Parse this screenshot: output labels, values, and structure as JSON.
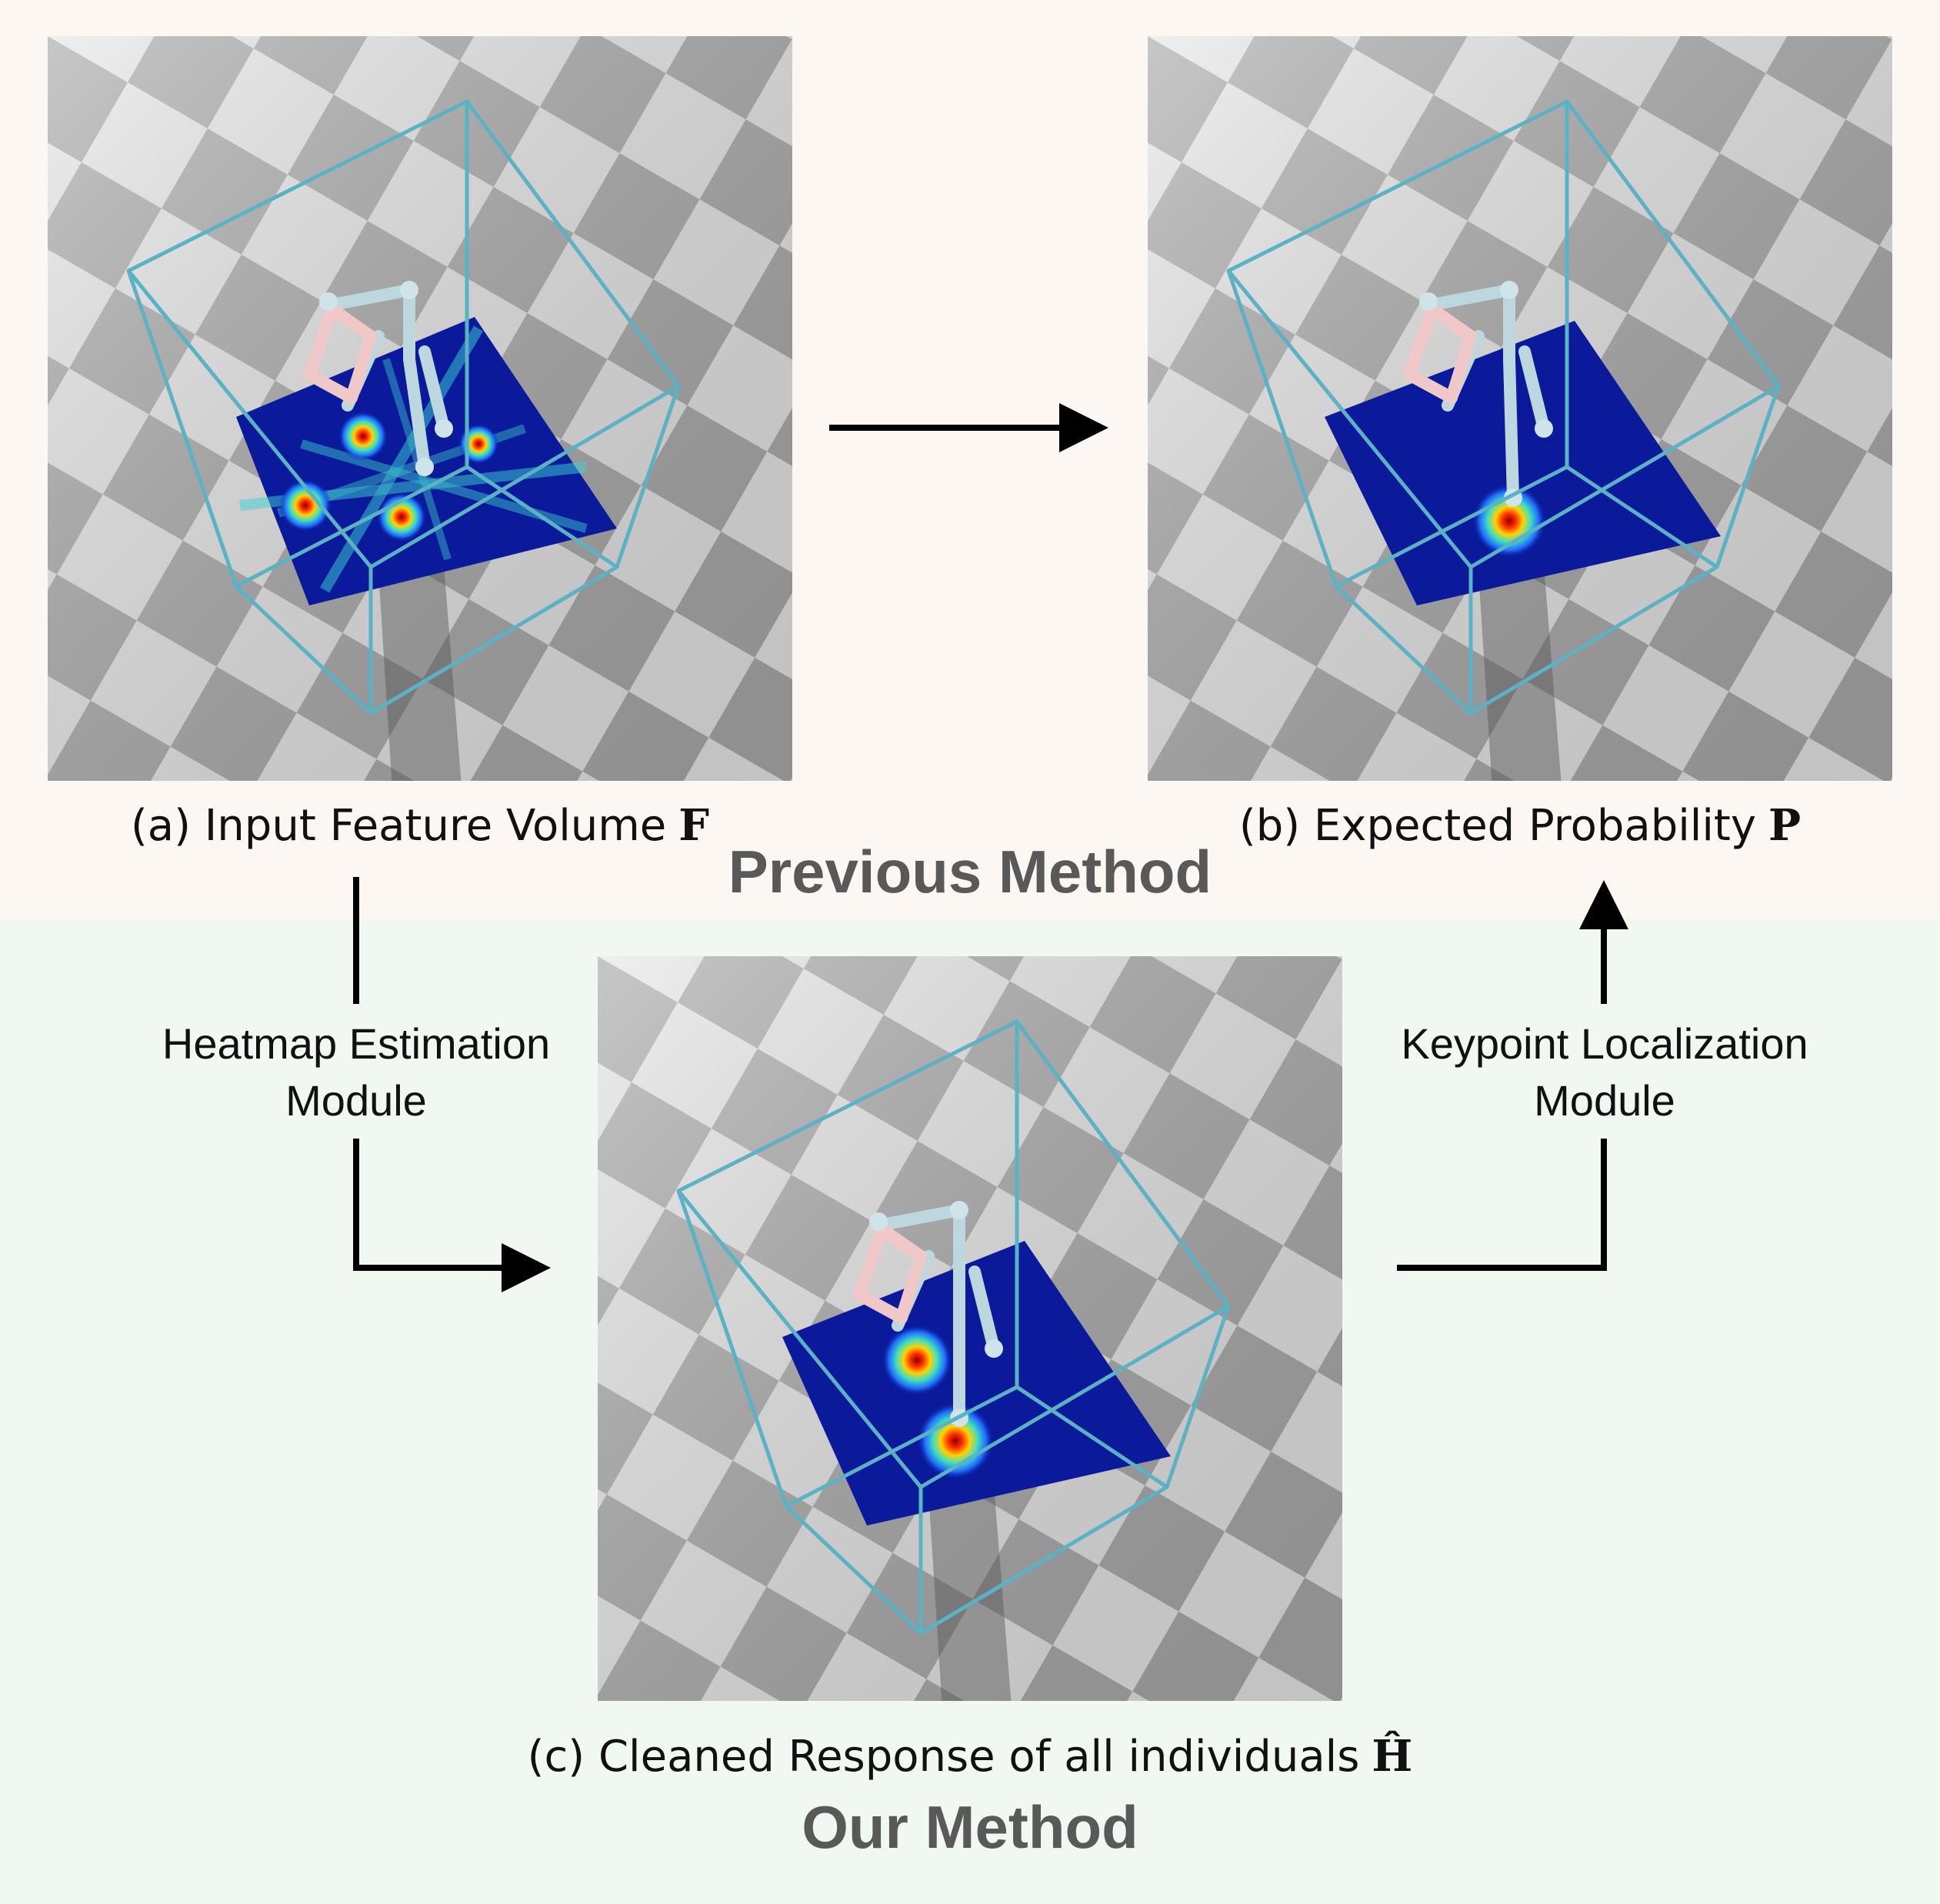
{
  "panels": {
    "a": {
      "caption": "(a) Input Feature Volume",
      "symbol": "F"
    },
    "b": {
      "caption": "(b) Expected Probability",
      "symbol": "P"
    },
    "c": {
      "caption": "(c) Cleaned Response of all individuals",
      "symbol": "Ĥ"
    }
  },
  "sections": {
    "previous": "Previous Method",
    "ours": "Our Method"
  },
  "modules": {
    "heatmap_line1": "Heatmap Estimation",
    "heatmap_line2": "Module",
    "keypoint_line1": "Keypoint Localization",
    "keypoint_line2": "Module"
  },
  "colors": {
    "previous_bg": "#fdf7f3",
    "ours_bg": "#f1f8f1",
    "section_text": "#595959",
    "box_edge": "#5bb2c4",
    "heat_base": "#0a1a9a"
  }
}
